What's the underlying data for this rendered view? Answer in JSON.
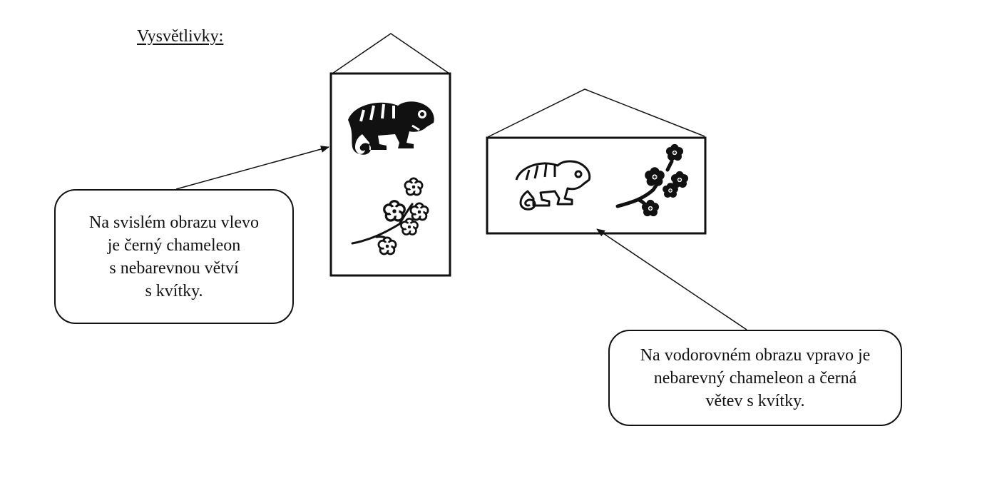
{
  "heading": "Vysvětlivky:",
  "callouts": {
    "left": {
      "lines": [
        "Na svislém obrazu vlevo",
        "je černý chameleon",
        "s nebarevnou větví",
        "s kvítky."
      ]
    },
    "right": {
      "lines": [
        "Na vodorovném obrazu vpravo je",
        "nebarevný chameleon a černá",
        "větev s kvítky."
      ]
    }
  },
  "pictures": {
    "vertical": {
      "chameleon_style": "filled-black",
      "branch_style": "outline"
    },
    "horizontal": {
      "chameleon_style": "outline",
      "branch_style": "filled-black"
    }
  },
  "colors": {
    "ink": "#111111",
    "paper": "#ffffff"
  }
}
